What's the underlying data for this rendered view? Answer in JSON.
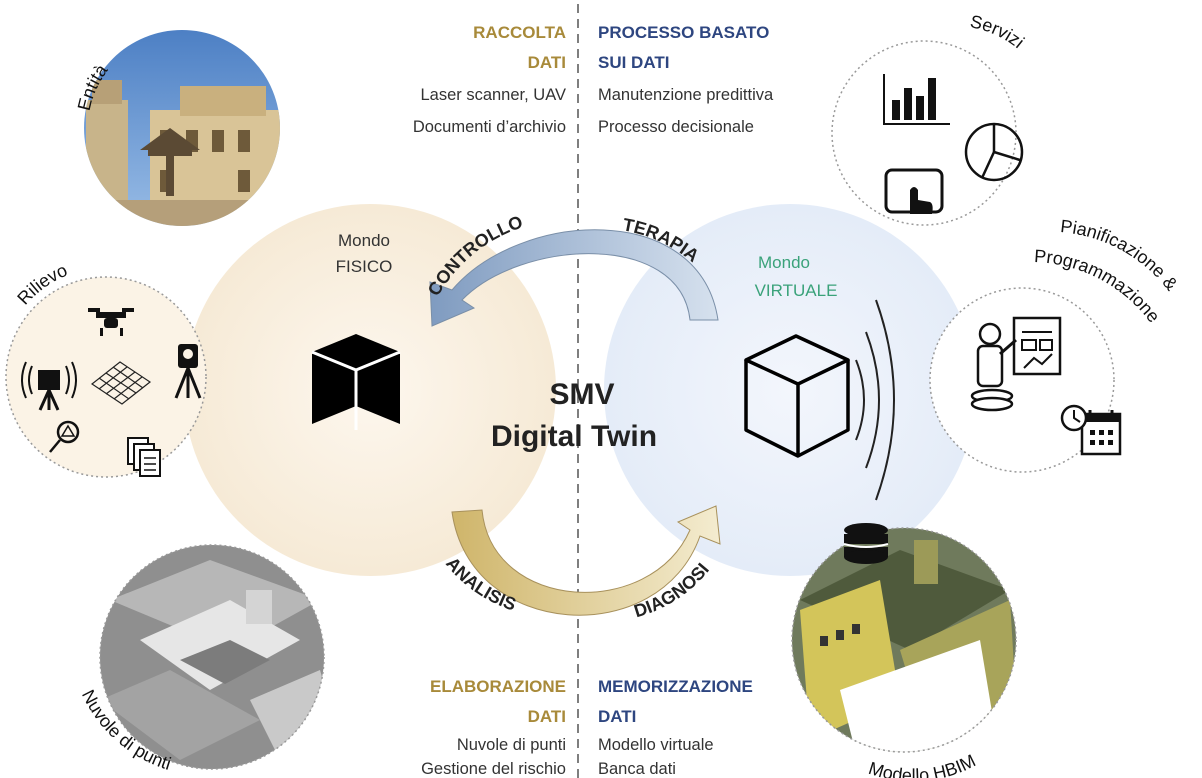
{
  "colors": {
    "physical_world": "#fbf3e6",
    "virtual_world": "#eef3fb",
    "gold_heading": "#a88a3a",
    "blue_heading": "#2e4680",
    "virtual_label": "#3aa27a"
  },
  "center": {
    "line1": "SMV",
    "line2": "Digital Twin"
  },
  "physical_world": {
    "line1": "Mondo",
    "line2": "FISICO"
  },
  "virtual_world": {
    "line1": "Mondo",
    "line2": "VIRTUALE"
  },
  "quadrants": {
    "top_left": {
      "heading1": "RACCOLTA",
      "heading2": "DATI",
      "item1": "Laser scanner, UAV",
      "item2": "Documenti d’archivio"
    },
    "top_right": {
      "heading1": "PROCESSO BASATO",
      "heading2": "SUI DATI",
      "item1": "Manutenzione predittiva",
      "item2": "Processo decisionale"
    },
    "bottom_left": {
      "heading1": "ELABORAZIONE",
      "heading2": "DATI",
      "item1": "Nuvole di punti",
      "item2": "Gestione del rischio"
    },
    "bottom_right": {
      "heading1": "MEMORIZZAZIONE",
      "heading2": "DATI",
      "item1": "Modello virtuale",
      "item2": "Banca dati"
    }
  },
  "arrows": {
    "controllo": "CONTROLLO",
    "terapia": "TERAPIA",
    "analisis": "ANALISIS",
    "diagnosi": "DIAGNOSI"
  },
  "satellites": {
    "entita": "Entità",
    "rilievo": "Rilievo",
    "nuvole": "Nuvole di punti",
    "servizi": "Servizi",
    "pianificazione1": "Pianificazione &",
    "pianificazione2": "Programmazione",
    "hbim": "Modello HBIM"
  },
  "icons": [
    "drone-icon",
    "laser-scanner-icon",
    "point-grid-icon",
    "total-station-icon",
    "magnifier-icon",
    "documents-icon",
    "bar-chart-icon",
    "pie-chart-icon",
    "tablet-touch-icon",
    "presenter-icon",
    "calendar-clock-icon",
    "database-icon",
    "solid-cube-icon",
    "wireframe-cube-icon",
    "signal-waves-icon"
  ]
}
